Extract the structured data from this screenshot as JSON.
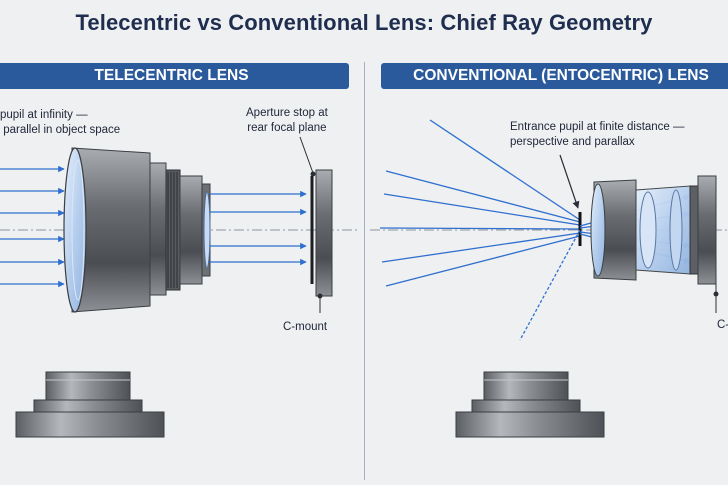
{
  "title": "Telecentric vs Conventional Lens: Chief Ray Geometry",
  "left_panel": {
    "banner": "TELECENTRIC LENS",
    "pupil_note": "pupil at infinity —\n parallel in object space",
    "stop_note": "Aperture stop at\nrear focal plane",
    "mount_label": "C-mount"
  },
  "right_panel": {
    "banner": "CONVENTIONAL (ENTOCENTRIC) LENS",
    "pupil_note": "Entrance pupil at finite distance —\nperspective and parallax",
    "mount_label": "C-mount"
  },
  "colors": {
    "ray": "#2f6fcf",
    "banner": "#2a5a9c",
    "lens_glass": "#bcd3f0",
    "metal": "#6f7276"
  }
}
